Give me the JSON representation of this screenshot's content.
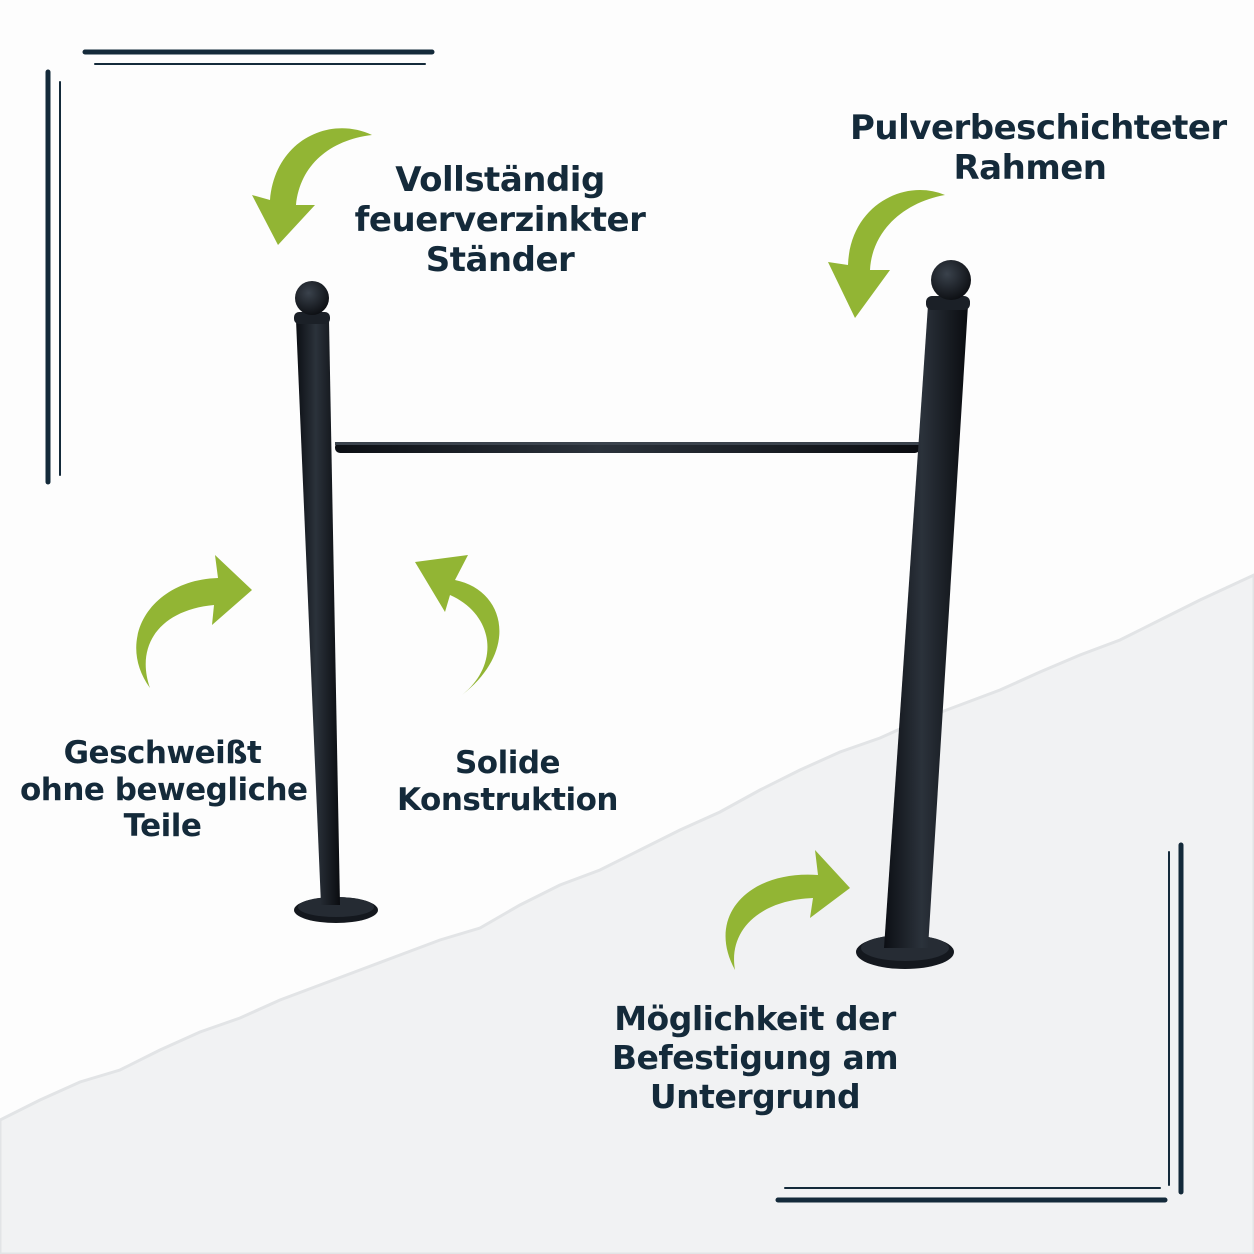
{
  "colors": {
    "text": "#142a3a",
    "arrow": "#92b534",
    "frame": "#1a1f26",
    "paper_shade": "#f1f2f3",
    "corner_lines": "#142a3a"
  },
  "labels": {
    "galvanized": [
      "Vollständig",
      "feuerverzinkter",
      "Ständer"
    ],
    "powder_coated": [
      "Pulverbeschichteter",
      "Rahmen"
    ],
    "welded": [
      "Geschweißt",
      "ohne bewegliche",
      "Teile"
    ],
    "solid": [
      "Solide",
      "Konstruktion"
    ],
    "mounting": [
      "Möglichkeit der",
      "Befestigung am",
      "Untergrund"
    ]
  },
  "icons": [
    "curved-arrow-icon",
    "pull-up-bar-frame"
  ]
}
